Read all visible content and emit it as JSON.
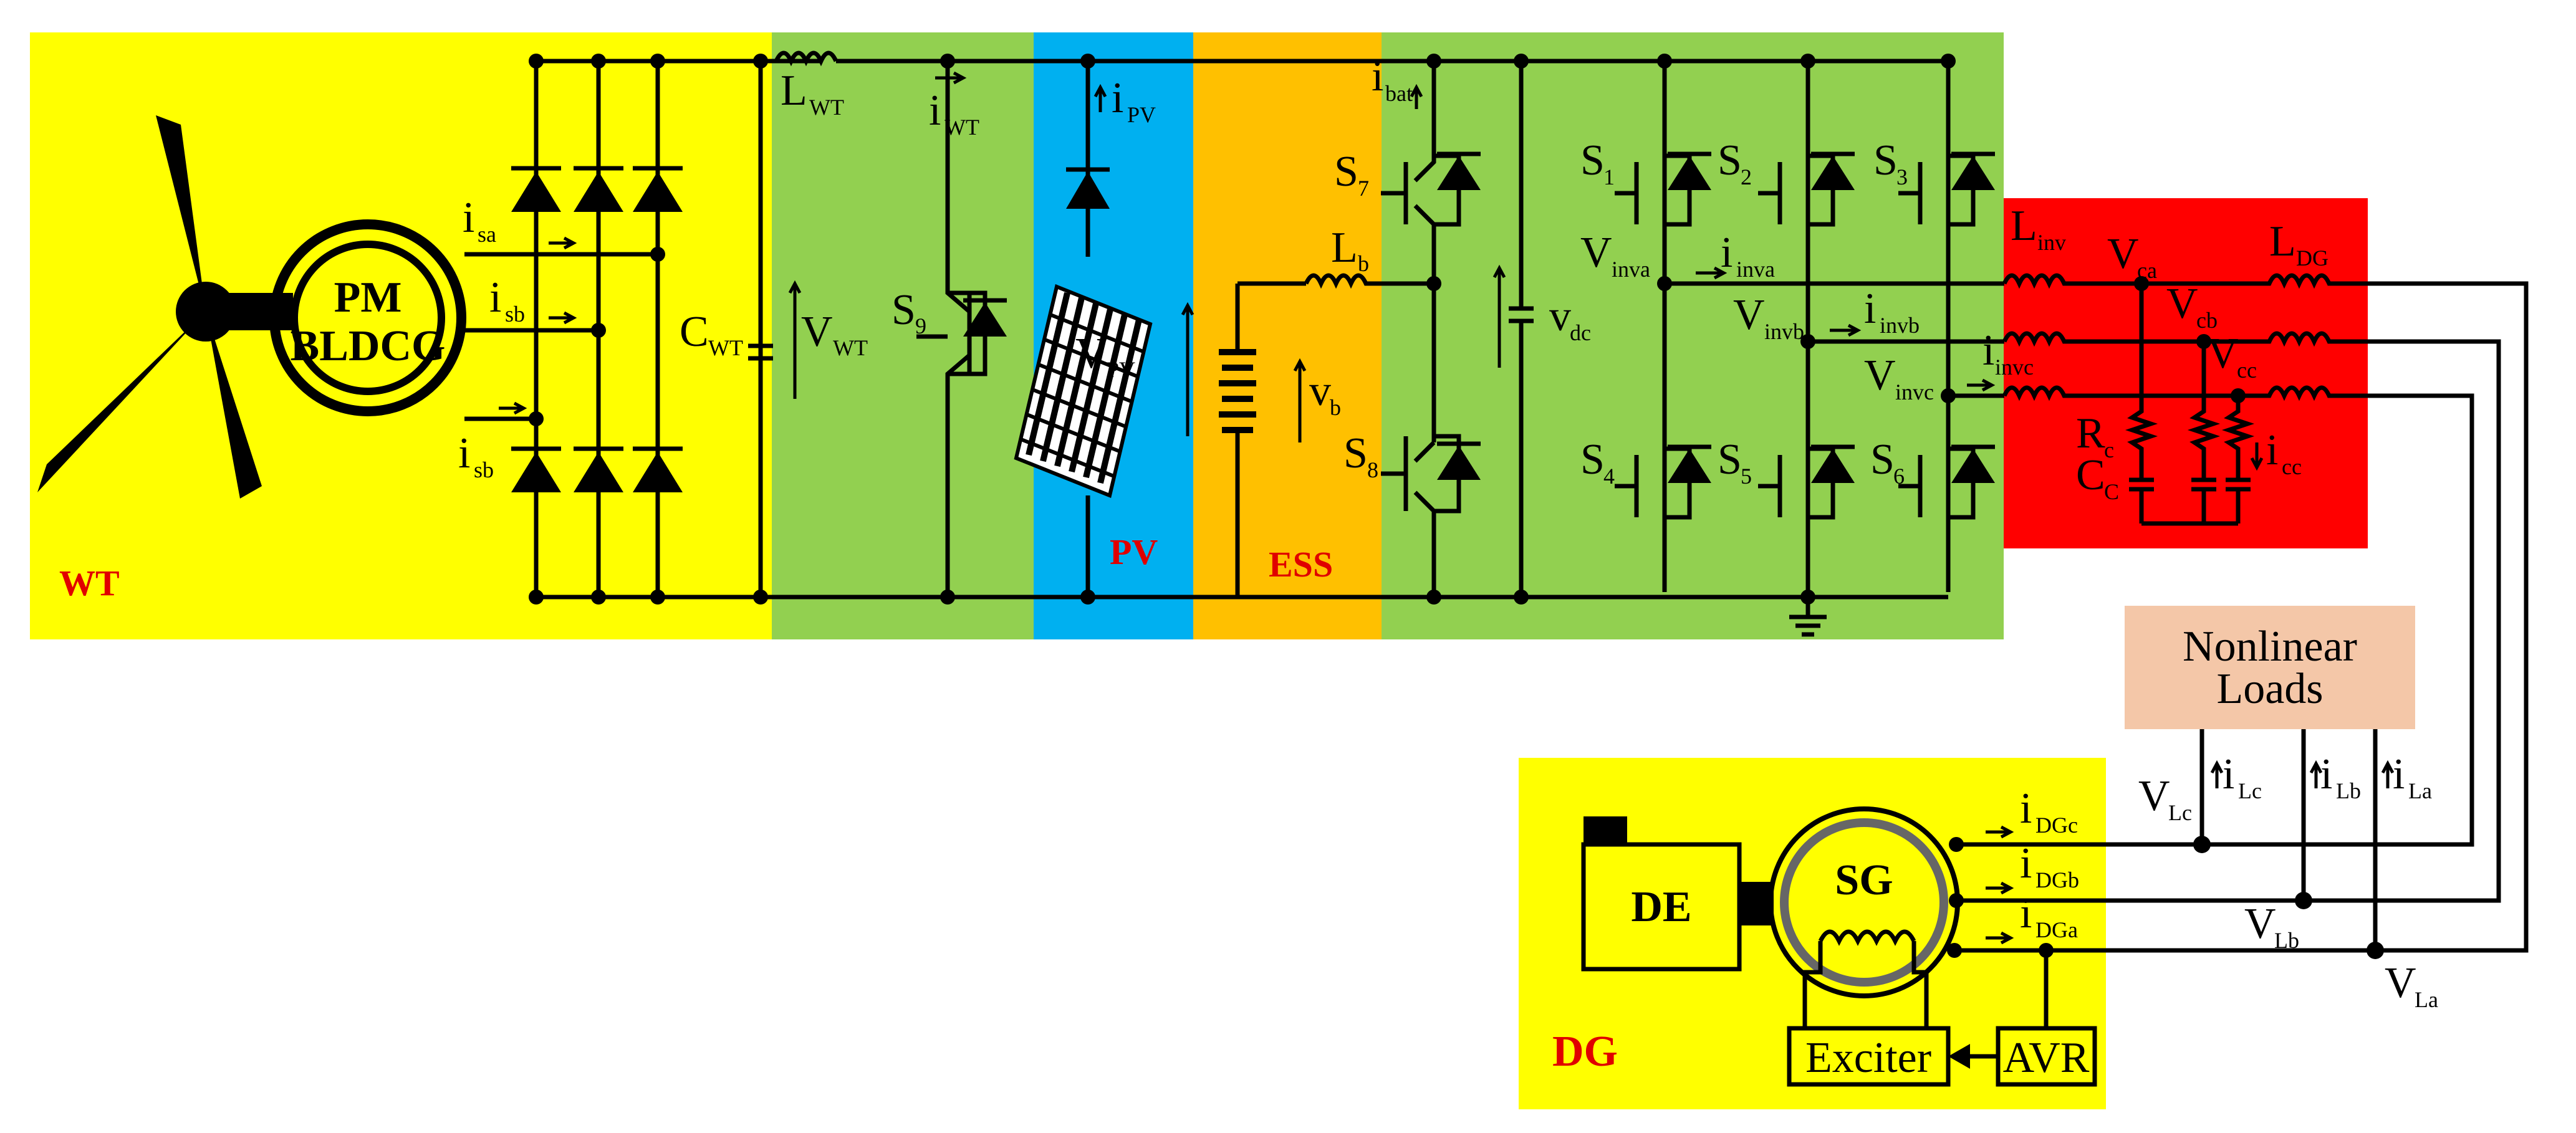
{
  "colors": {
    "wt_zone": "#ffff00",
    "green_zone": "#92d050",
    "pv_zone": "#00b0f0",
    "ess_zone": "#ffc000",
    "filter_zone": "#ff0000",
    "load_box": "#f4c7a8",
    "dg_zone": "#ffff00",
    "wire": "#000000",
    "zone_label": "#e00000"
  },
  "zones": {
    "wt": "WT",
    "pv": "PV",
    "ess": "ESS",
    "dg": "DG"
  },
  "generator": {
    "line1": "PM",
    "line2": "BLDCG"
  },
  "wt_labels": {
    "isa": {
      "main": "i",
      "sub": "sa"
    },
    "isb1": {
      "main": "i",
      "sub": "sb"
    },
    "isb2": {
      "main": "i",
      "sub": "sb"
    },
    "cwt": {
      "main": "C",
      "sub": "WT"
    },
    "lwt": {
      "main": "L",
      "sub": "WT"
    },
    "iwt": {
      "main": "i",
      "sub": "WT"
    },
    "vwt": {
      "main": "V",
      "sub": "WT"
    },
    "s9": {
      "main": "S",
      "sub": "9"
    }
  },
  "pv_labels": {
    "ipv": {
      "main": "i",
      "sub": "PV"
    },
    "vpv": {
      "main": "V",
      "sub": "PV"
    }
  },
  "ess_labels": {
    "lb": {
      "main": "L",
      "sub": "b"
    },
    "vb": {
      "main": "v",
      "sub": "b"
    },
    "ibat": {
      "main": "i",
      "sub": "bat"
    }
  },
  "dc_labels": {
    "s7": {
      "main": "S",
      "sub": "7"
    },
    "s8": {
      "main": "S",
      "sub": "8"
    },
    "vdc": {
      "main": "v",
      "sub": "dc"
    }
  },
  "inverter": {
    "s1": {
      "main": "S",
      "sub": "1"
    },
    "s2": {
      "main": "S",
      "sub": "2"
    },
    "s3": {
      "main": "S",
      "sub": "3"
    },
    "s4": {
      "main": "S",
      "sub": "4"
    },
    "s5": {
      "main": "S",
      "sub": "5"
    },
    "s6": {
      "main": "S",
      "sub": "6"
    },
    "vinva": {
      "main": "V",
      "sub": "inva"
    },
    "vinvb": {
      "main": "V",
      "sub": "invb"
    },
    "vinvc": {
      "main": "V",
      "sub": "invc"
    },
    "iinva": {
      "main": "i",
      "sub": "inva"
    },
    "iinvb": {
      "main": "i",
      "sub": "invb"
    },
    "iinvc": {
      "main": "i",
      "sub": "invc"
    }
  },
  "filter": {
    "linv": {
      "main": "L",
      "sub": "inv"
    },
    "ldg": {
      "main": "L",
      "sub": "DG"
    },
    "vca": {
      "main": "V",
      "sub": "ca"
    },
    "vcb": {
      "main": "V",
      "sub": "cb"
    },
    "vcc": {
      "main": "V",
      "sub": "cc"
    },
    "rc": {
      "main": "R",
      "sub": "c"
    },
    "cc": {
      "main": "C",
      "sub": "C"
    },
    "icc": {
      "main": "i",
      "sub": "cc"
    }
  },
  "loads": {
    "line1": "Nonlinear",
    "line2": "Loads"
  },
  "load_labels": {
    "vlc": {
      "main": "V",
      "sub": "Lc"
    },
    "ilc": {
      "main": "i",
      "sub": "Lc"
    },
    "ilb": {
      "main": "i",
      "sub": "Lb"
    },
    "ila": {
      "main": "i",
      "sub": "La"
    },
    "vlb": {
      "main": "V",
      "sub": "Lb"
    },
    "vla": {
      "main": "V",
      "sub": "La"
    }
  },
  "dg_labels": {
    "idgc": {
      "main": "i",
      "sub": "DGc"
    },
    "idgb": {
      "main": "i",
      "sub": "DGb"
    },
    "idga": {
      "main": "i",
      "sub": "DGa"
    }
  },
  "dg_blocks": {
    "de": "DE",
    "sg": "SG",
    "exciter": "Exciter",
    "avr": "AVR"
  }
}
